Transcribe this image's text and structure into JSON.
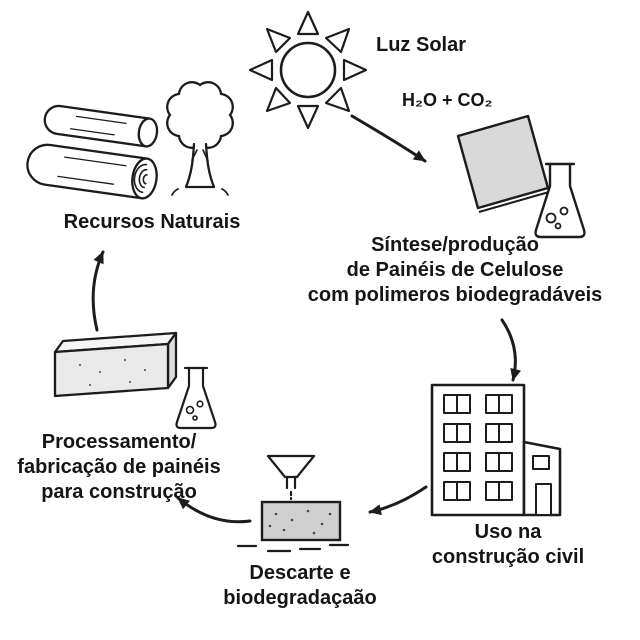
{
  "diagram": {
    "type": "cycle-diagram",
    "labels": {
      "luz_solar": "Luz Solar",
      "h2o_co2": "H₂O + CO₂",
      "recursos_naturais": "Recursos Naturais",
      "sintese": {
        "lines": [
          "Síntese/produção",
          "de Painéis de Celulose",
          "com polimeros biodegradáveis"
        ]
      },
      "uso": {
        "lines": [
          "Uso na",
          "construção civil"
        ]
      },
      "descarte": {
        "lines": [
          "Descarte e",
          "biodegradaçaão"
        ]
      },
      "processamento": {
        "lines": [
          "Processamento/",
          "fabricação de painéis",
          "para construção"
        ]
      }
    },
    "icons": {
      "sun": "sun-icon",
      "tree": "tree-icon",
      "wood_logs": "wood-logs-icon",
      "cellulose_panel": "cellulose-panel-icon",
      "synthesis_flask": "flask-icon",
      "building": "building-icon",
      "funnel": "funnel-icon",
      "concrete_block": "biodegrading-block-icon",
      "construction_panel": "construction-panel-icon",
      "processing_flask": "flask-icon"
    },
    "arrows": [
      "sun-to-synthesis",
      "synthesis-to-construction",
      "construction-to-disposal",
      "disposal-to-processing",
      "processing-to-resources"
    ],
    "colors": {
      "ink": "#1c1c1c",
      "panel_fill": "#d9d9d9",
      "slab_fill": "#e9e9e9",
      "block_fill": "#cfcfcf",
      "background": "#ffffff"
    }
  }
}
